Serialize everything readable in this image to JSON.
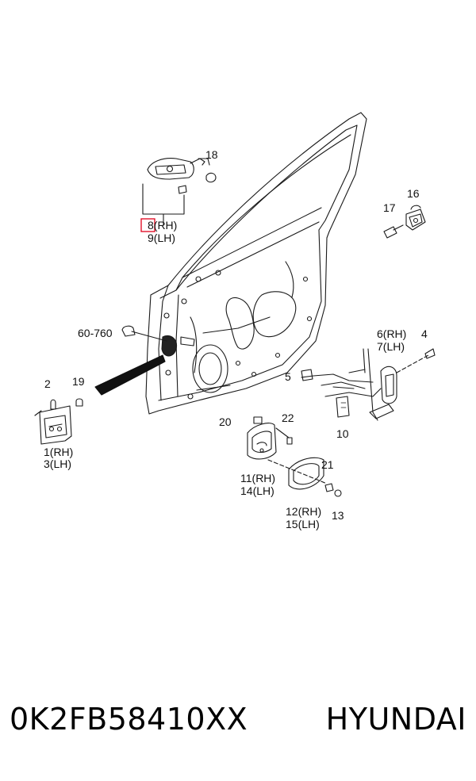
{
  "callouts": {
    "c8": "8(RH)",
    "c9": "9(LH)",
    "c18": "18",
    "c16": "16",
    "c17": "17",
    "c60": "60-760",
    "c6": "6(RH)",
    "c7": "7(LH)",
    "c4": "4",
    "c5": "5",
    "c10": "10",
    "c2": "2",
    "c19": "19",
    "c1": "1(RH)",
    "c3": "3(LH)",
    "c20": "20",
    "c22": "22",
    "c11": "11(RH)",
    "c14": "14(LH)",
    "c21": "21",
    "c12": "12(RH)",
    "c15": "15(LH)",
    "c13": "13"
  },
  "footer": {
    "part_number": "0K2FB58410XX",
    "brand": "HYUNDAI"
  },
  "colors": {
    "line": "#1a1a1a",
    "highlight": "#e0001b"
  }
}
